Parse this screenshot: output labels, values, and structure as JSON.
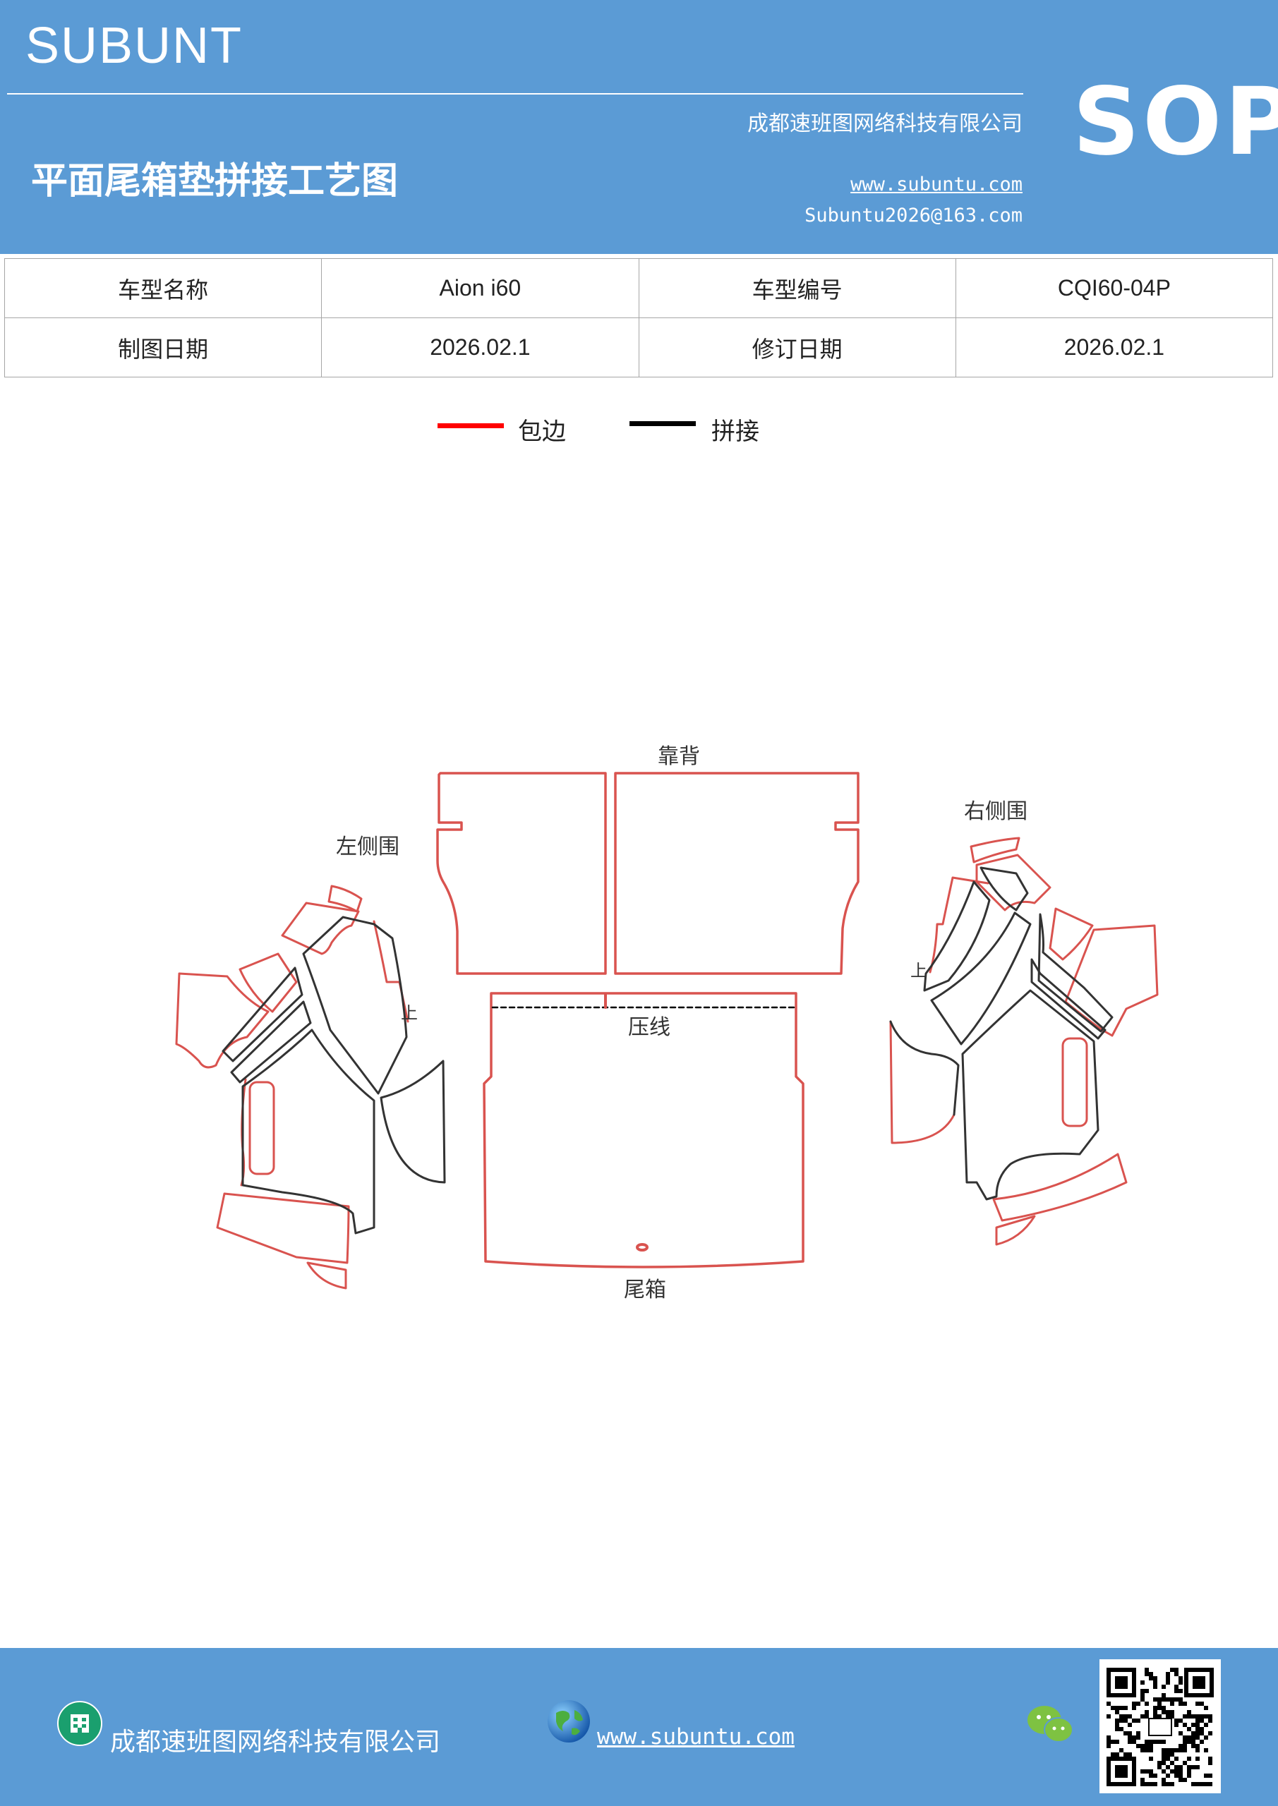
{
  "header": {
    "brand": "SUBUNT",
    "company": "成都速班图网络科技有限公司",
    "title": "平面尾箱垫拼接工艺图",
    "website": "www.subuntu.com",
    "email": "Subuntu2026@163.com",
    "badge": "SOP",
    "background_color": "#5b9bd5"
  },
  "info_table": [
    [
      {
        "label": "车型名称",
        "value": "Aion  i60"
      },
      {
        "label": "车型编号",
        "value": "CQI60-04P"
      }
    ],
    [
      {
        "label": "制图日期",
        "value": "2026.02.1"
      },
      {
        "label": "修订日期",
        "value": "2026.02.1"
      }
    ]
  ],
  "legend": [
    {
      "label": "包边",
      "color": "#ff0000"
    },
    {
      "label": "拼接",
      "color": "#000000"
    }
  ],
  "diagram": {
    "backrest": "靠背",
    "left_side": "左侧围",
    "right_side": "右侧围",
    "trunk": "尾箱",
    "press_line": "压线",
    "up_mark_left": "上",
    "up_mark_right": "上",
    "edge_color": "#d9534f",
    "seam_color": "#333333"
  },
  "footer": {
    "company": "成都速班图网络科技有限公司",
    "website": "www.subuntu.com",
    "icons": [
      "building-icon",
      "globe-icon",
      "wechat-icon",
      "qr-code"
    ]
  }
}
